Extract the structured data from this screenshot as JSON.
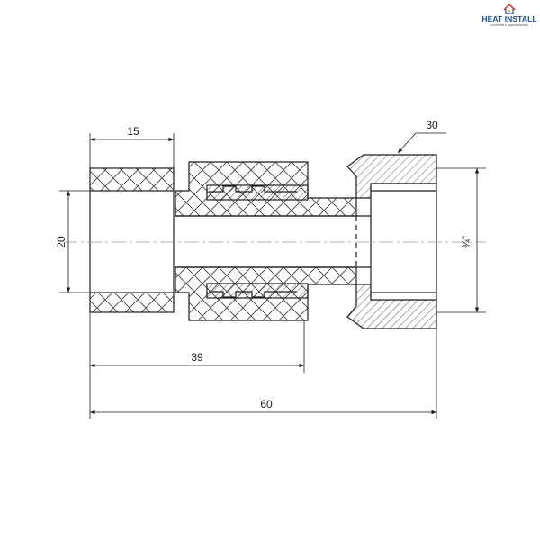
{
  "brand": {
    "name": "HEAT INSTALL",
    "tagline": "отопление и водоснабжение",
    "colors": {
      "primary": "#1d4f9c",
      "accent": "#e23b2e",
      "warm": "#f29a1d"
    }
  },
  "drawing": {
    "colors": {
      "line": "#1e1e1e",
      "hatch": "#3a3a3a",
      "centerline": "#9a9a9a"
    },
    "dimensions": {
      "socket_length": "15",
      "pipe_diameter": "20",
      "nut_size": "30",
      "thread_size": "¾\"",
      "body_length": "39",
      "total_length": "60"
    }
  }
}
